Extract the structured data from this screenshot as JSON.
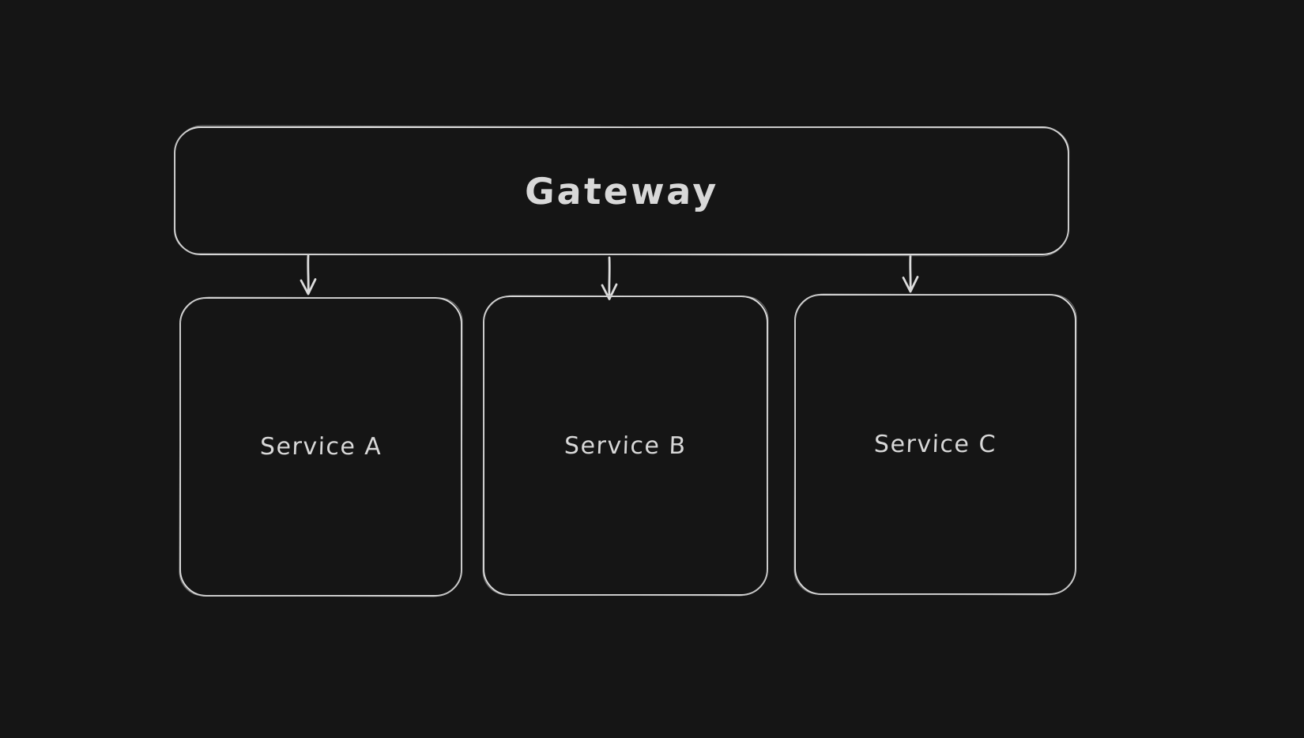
{
  "theme": {
    "bg": "#151515",
    "stroke": "#dcdcdc",
    "stroke-soft": "#a8a8a8",
    "text": "#d8d8d8"
  },
  "diagram": {
    "title": "",
    "style": "hand-drawn-dark",
    "nodes": [
      {
        "id": "gateway",
        "label": "Gateway"
      },
      {
        "id": "service-a",
        "label": "Service A"
      },
      {
        "id": "service-b",
        "label": "Service B"
      },
      {
        "id": "service-c",
        "label": "Service C"
      }
    ],
    "edges": [
      {
        "from": "gateway",
        "to": "service-a",
        "type": "arrow-down"
      },
      {
        "from": "gateway",
        "to": "service-b",
        "type": "arrow-down"
      },
      {
        "from": "gateway",
        "to": "service-c",
        "type": "arrow-down"
      }
    ]
  }
}
